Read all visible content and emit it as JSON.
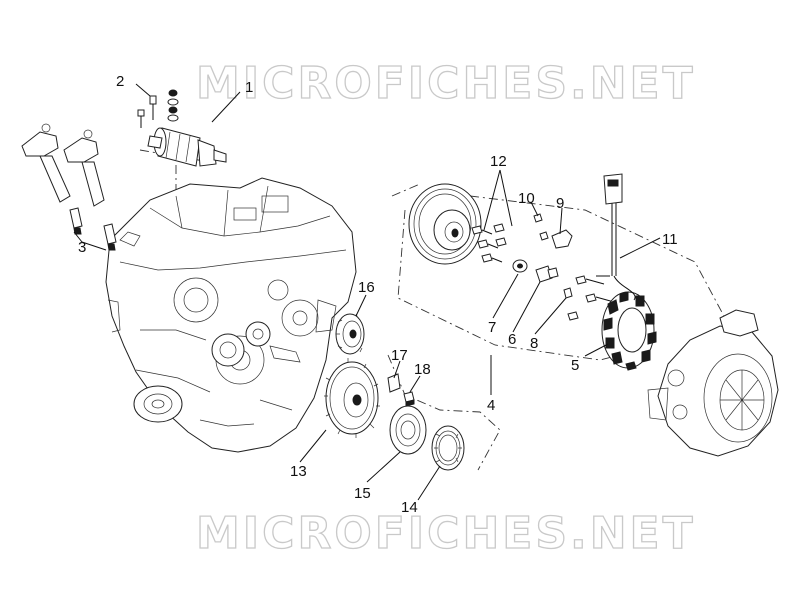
{
  "watermark": {
    "top": "MICROFICHES.NET",
    "bottom": "MICROFICHES.NET"
  },
  "callouts": [
    {
      "id": "1",
      "label": "1"
    },
    {
      "id": "2",
      "label": "2"
    },
    {
      "id": "3",
      "label": "3"
    },
    {
      "id": "4",
      "label": "4"
    },
    {
      "id": "5",
      "label": "5"
    },
    {
      "id": "6",
      "label": "6"
    },
    {
      "id": "7",
      "label": "7"
    },
    {
      "id": "8",
      "label": "8"
    },
    {
      "id": "9",
      "label": "9"
    },
    {
      "id": "10",
      "label": "10"
    },
    {
      "id": "11",
      "label": "11"
    },
    {
      "id": "12",
      "label": "12"
    },
    {
      "id": "13",
      "label": "13"
    },
    {
      "id": "14",
      "label": "14"
    },
    {
      "id": "15",
      "label": "15"
    },
    {
      "id": "16",
      "label": "16"
    },
    {
      "id": "17",
      "label": "17"
    },
    {
      "id": "18",
      "label": "18"
    }
  ]
}
